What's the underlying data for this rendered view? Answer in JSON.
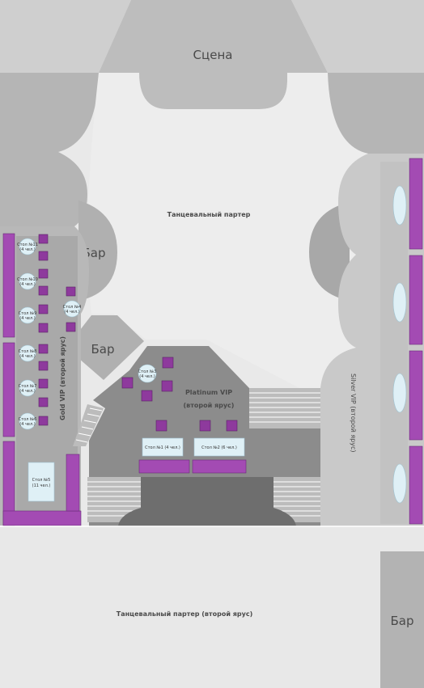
{
  "labels": {
    "stage": "Сцена",
    "dance_floor": "Танцевальный партер",
    "dance_floor_second": "Танцевальный партер (второй ярус)",
    "bar_left": "Бар",
    "bar_center": "Бар",
    "bar_bottom": "Бар",
    "platinum_line1": "Platinum VIP",
    "platinum_line2": "(второй ярус)",
    "gold": "Gold VIP (второй ярус)",
    "silver": "Silver VIP (второй ярус)"
  },
  "tables": {
    "t1": "Стол №1 (4 чел.)",
    "t2": "Стол №2 (6 чел.)",
    "t3_line1": "Стол №3",
    "t3_line2": "(4 чел.)",
    "t4_line1": "Стол №4",
    "t4_line2": "(4 чел.)",
    "t5_line1": "Стол №5",
    "t5_line2": "(11 чел.)",
    "t6_line1": "Стол №6",
    "t6_line2": "(4 чел.)",
    "t7_line1": "Стол №7",
    "t7_line2": "(4 чел.)",
    "t8_line1": "Стол №8",
    "t8_line2": "(4 чел.)",
    "t9_line1": "Стол №9",
    "t9_line2": "(4 чел.)",
    "t10_line1": "Стол №10",
    "t10_line2": "(4 чел.)",
    "t11_line1": "Стол №11",
    "t11_line2": "(4 чел.)"
  },
  "colors": {
    "floor_light": "#e9e9e9",
    "zone_mid": "#b9b9b9",
    "zone_dark": "#8a8a8a",
    "stage_dark": "#6e6e6e",
    "seat_purple": "#8e3a9d",
    "table_fill": "#dff0f6"
  }
}
